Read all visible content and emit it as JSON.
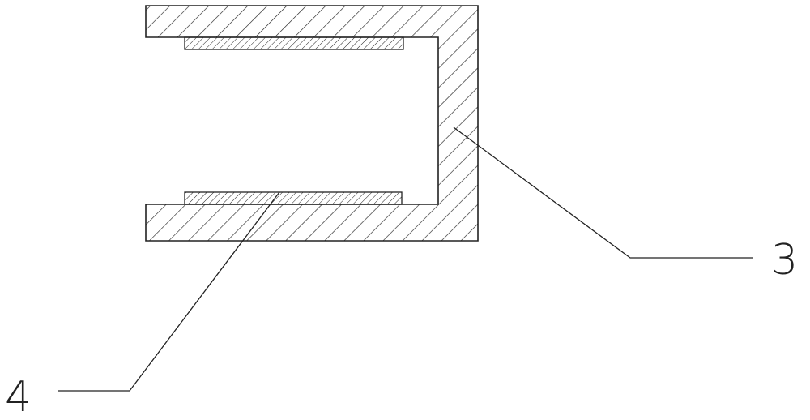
{
  "callouts": [
    {
      "id": "3",
      "label": "3"
    },
    {
      "id": "4",
      "label": "4"
    }
  ],
  "colors": {
    "line": "#222222",
    "background": "#ffffff"
  }
}
